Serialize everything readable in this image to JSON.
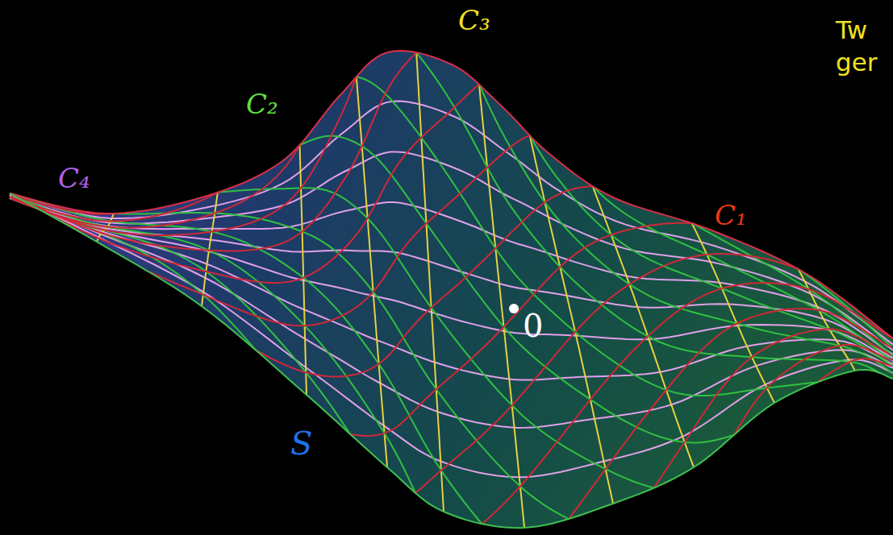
{
  "diagram": {
    "labels": [
      "C₃",
      "C₂",
      "Tw",
      "ger",
      "C₄",
      "C₁",
      "0",
      "S"
    ]
  }
}
